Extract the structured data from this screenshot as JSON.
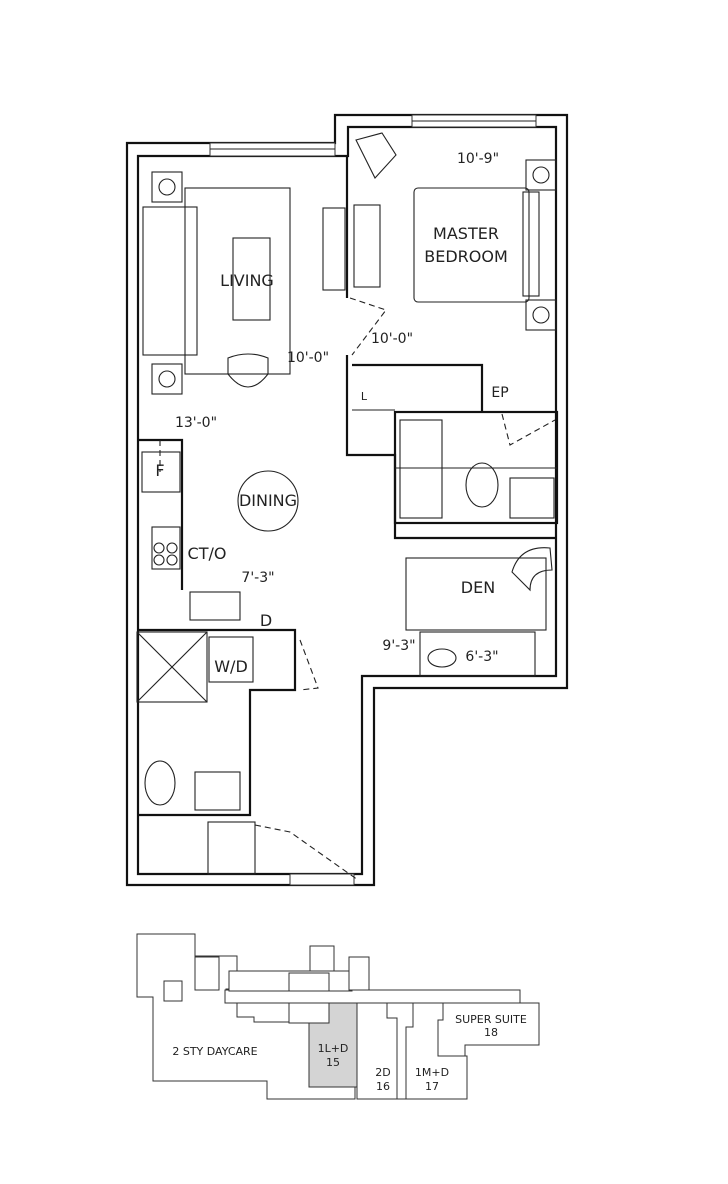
{
  "plan": {
    "rooms": {
      "living": "LIVING",
      "master_line1": "MASTER",
      "master_line2": "BEDROOM",
      "dining": "DINING",
      "den": "DEN",
      "fridge": "F",
      "cooktop_oven": "CT/O",
      "dishwasher": "D",
      "washer_dryer": "W/D",
      "linen": "L",
      "electrical_panel": "EP"
    },
    "dimensions": {
      "bedroom_width": "10'-9\"",
      "bedroom_depth": "10'-0\"",
      "living_width": "10'-0\"",
      "living_depth": "13'-0\"",
      "kitchen_width": "7'-3\"",
      "den_width": "9'-3\"",
      "den_depth": "6'-3\""
    }
  },
  "key_plan": {
    "daycare": "2 STY DAYCARE",
    "units": [
      {
        "type": "1L+D",
        "number": "15",
        "highlighted": true
      },
      {
        "type": "2D",
        "number": "16",
        "highlighted": false
      },
      {
        "type": "1M+D",
        "number": "17",
        "highlighted": false
      },
      {
        "type": "SUPER SUITE",
        "number": "18",
        "highlighted": false
      }
    ],
    "highlight_color": "#d4d4d4"
  }
}
